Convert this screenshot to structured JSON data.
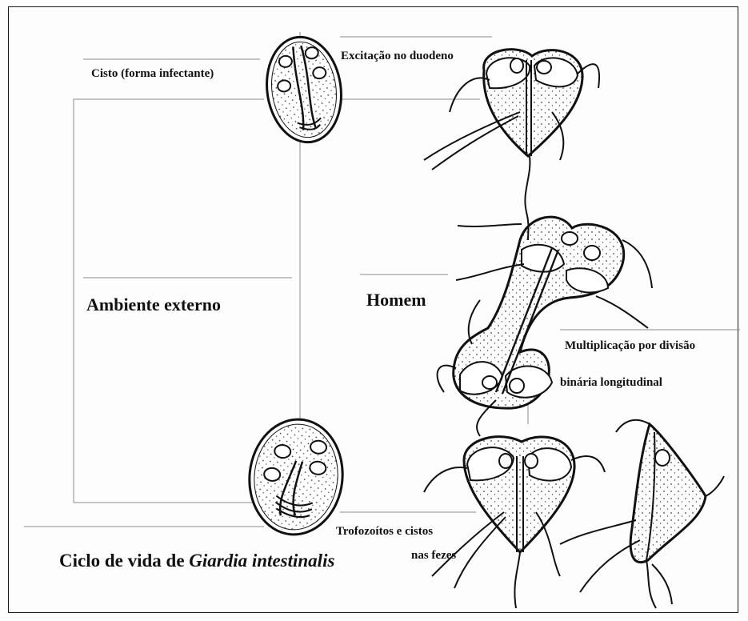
{
  "labels": {
    "cyst": "Cisto (forma infectante)",
    "excystation": "Excitação no duodeno",
    "external": "Ambiente externo",
    "host": "Homem",
    "division_1": "Multiplicação por divisão",
    "division_2": "binária longitudinal",
    "feces_1": "Trofozoítos e cistos",
    "feces_2": "nas fezes"
  },
  "caption": {
    "prefix": "Ciclo de vida de ",
    "species": "Giardia intestinalis"
  },
  "colors": {
    "ink": "#111111",
    "paper": "#fdfdfd",
    "stipple": "#444444"
  }
}
